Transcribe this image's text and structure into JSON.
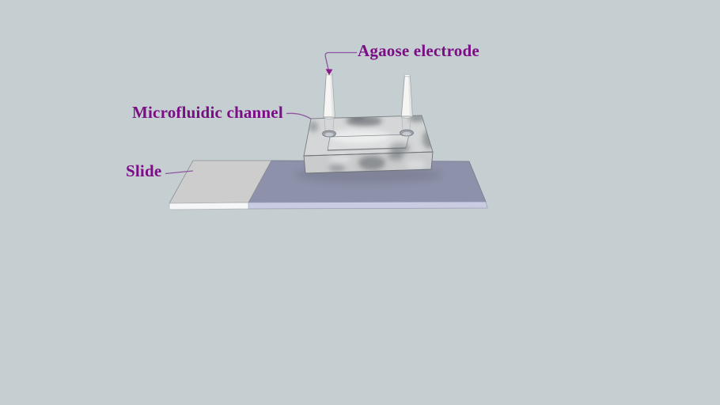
{
  "css_vars": {
    "--bg": "#c5ced0",
    "--label-color": "#7b0e86",
    "--leader": "#8d56a0"
  },
  "labels": {
    "agarose_electrode": "Agaose electrode",
    "microfluidic_channel": "Microfluidic channel",
    "slide": "Slide"
  },
  "model": {
    "chip_top_color": "#d4d6d7",
    "chip_front_color": "#c9cbcc",
    "chip_side_color": "#a9adb0",
    "slide_right_top_color": "#8d91a9",
    "slide_right_front_color": "#c9cce2",
    "slide_left_top_color": "#cccdcc",
    "slide_left_front_color": "#f5f6f7",
    "electrode_color": "#f5f5f3",
    "arrow_color": "#8b1a8b"
  }
}
